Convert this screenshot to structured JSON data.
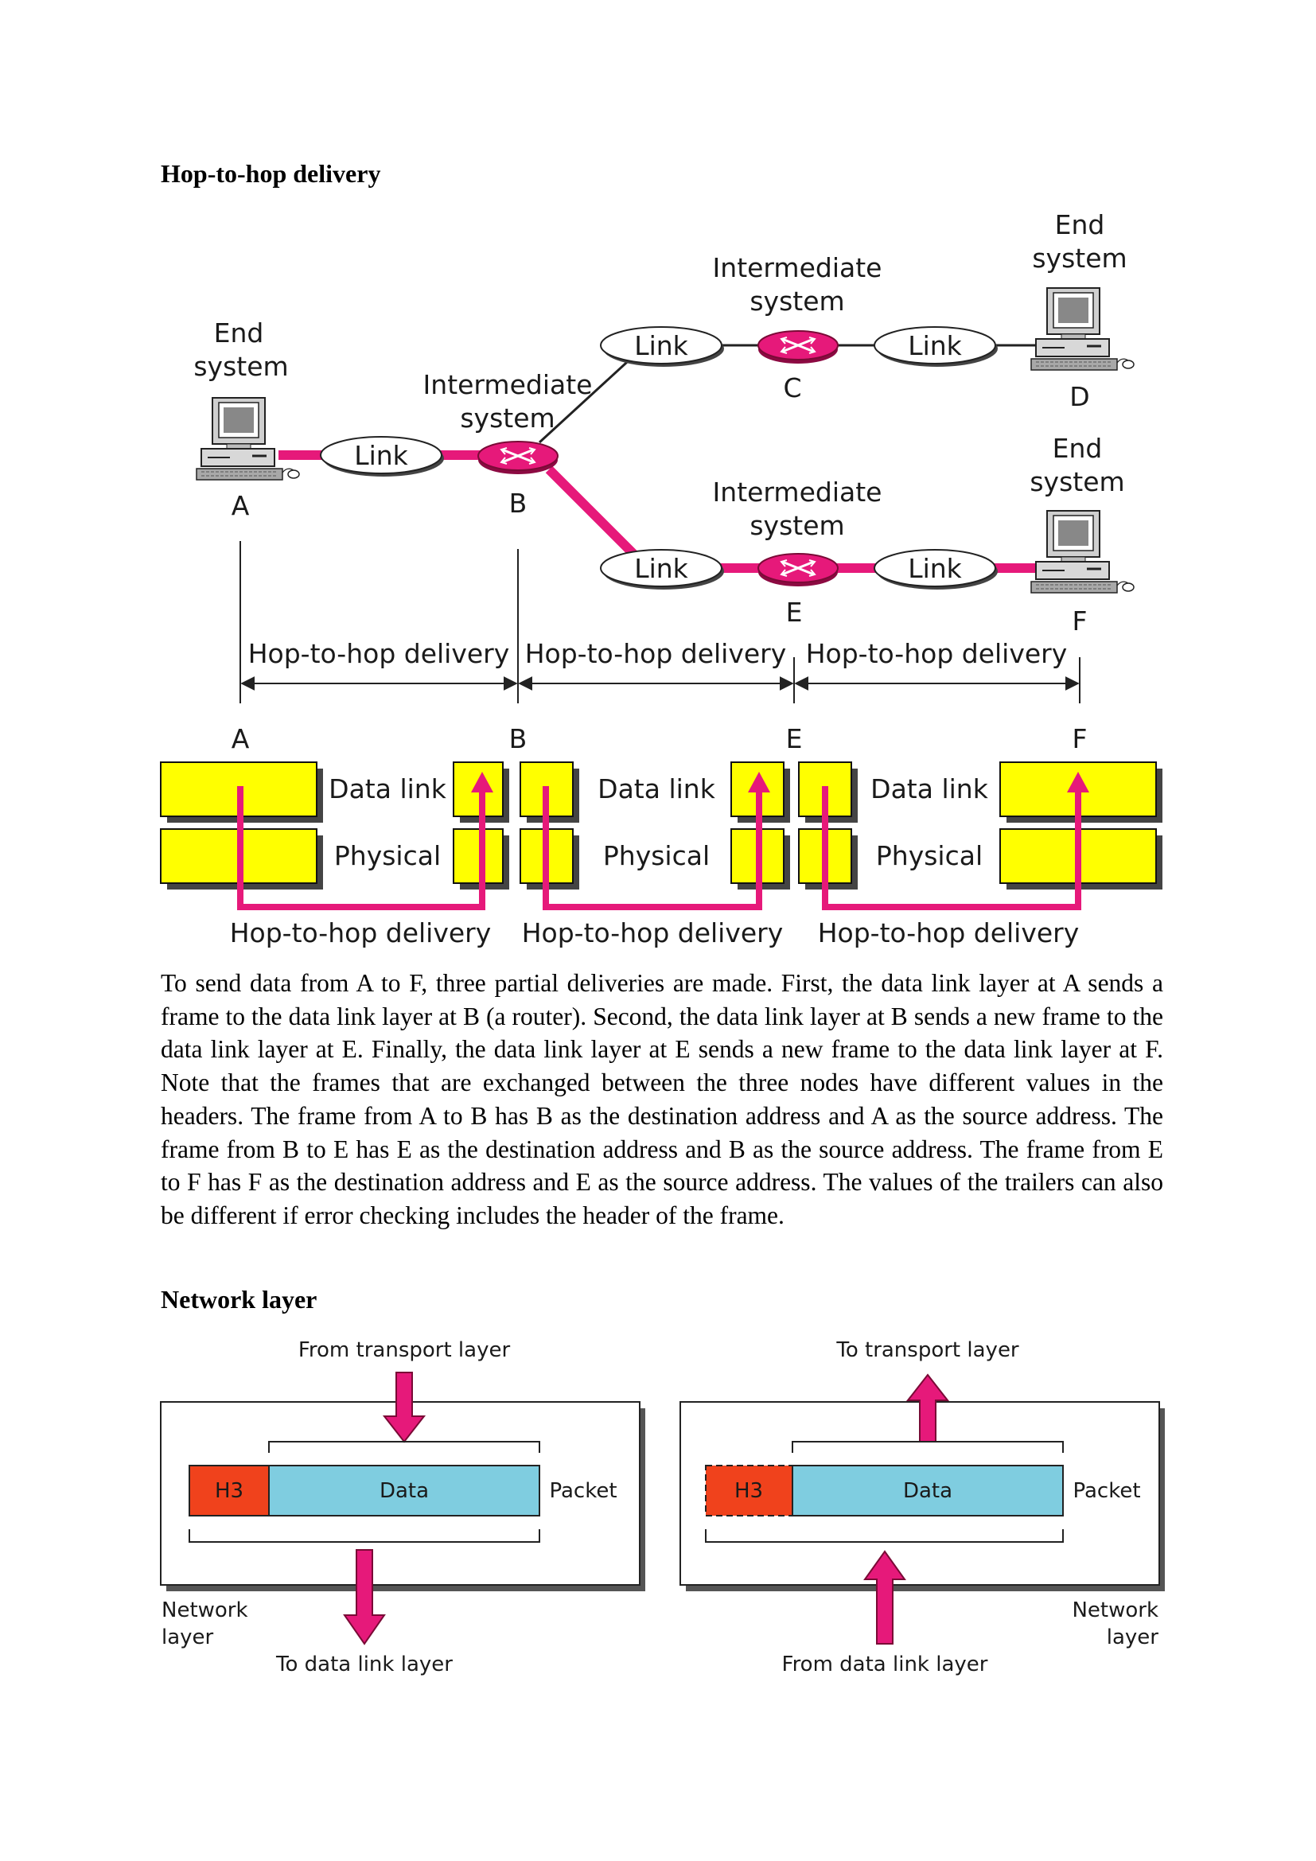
{
  "heading1": "Hop-to-hop delivery",
  "heading2": "Network layer",
  "paragraph": "To send data from A to F, three partial deliveries are made. First, the data link layer at A sends a frame to the data link layer at B (a router). Second, the data link layer at B sends a new frame to the data link layer at E. Finally, the data link layer at E sends a new frame to the data link layer at F. Note that the frames that are exchanged between the three nodes have different values in the headers. The frame from A to B has B as the destination address and A as the source address. The frame from B to E has E as the destination address and B as the source address. The frame from E to F has F as the destination address and E as the source address. The values of the trailers can also be different if error checking includes the header of the frame.",
  "topology": {
    "end_system": [
      "End",
      "system"
    ],
    "intermediate_system": [
      "Intermediate",
      "system"
    ],
    "link": "Link",
    "nodes": {
      "a": "A",
      "b": "B",
      "c": "C",
      "d": "D",
      "e": "E",
      "f": "F"
    },
    "hop": "Hop-to-hop delivery"
  },
  "layers": {
    "data_link": "Data link",
    "physical": "Physical",
    "hop": "Hop-to-hop delivery"
  },
  "network": {
    "from_transport": "From transport layer",
    "to_transport": "To transport layer",
    "to_data_link": "To data link layer",
    "from_data_link": "From data link layer",
    "header": "H3",
    "data": "Data",
    "packet": "Packet",
    "network_layer": [
      "Network",
      "layer"
    ]
  },
  "colors": {
    "link_highlight": "#e6197a",
    "layer_box": "#ffff00",
    "header_box": "#f0421c",
    "data_box": "#7fcde0"
  }
}
